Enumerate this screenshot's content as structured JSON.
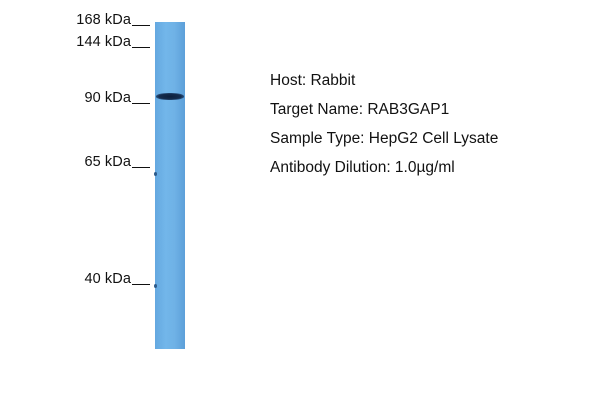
{
  "markers": [
    {
      "label": "168 kDa"
    },
    {
      "label": "144 kDa"
    },
    {
      "label": "90 kDa"
    },
    {
      "label": "65 kDa"
    },
    {
      "label": "40 kDa"
    }
  ],
  "info": {
    "host": "Host: Rabbit",
    "target": "Target Name: RAB3GAP1",
    "sample": "Sample Type: HepG2 Cell Lysate",
    "dilution": "Antibody Dilution: 1.0µg/ml"
  },
  "colors": {
    "lane": "#6fb2e6",
    "band": "#142c4e",
    "text": "#111111"
  }
}
